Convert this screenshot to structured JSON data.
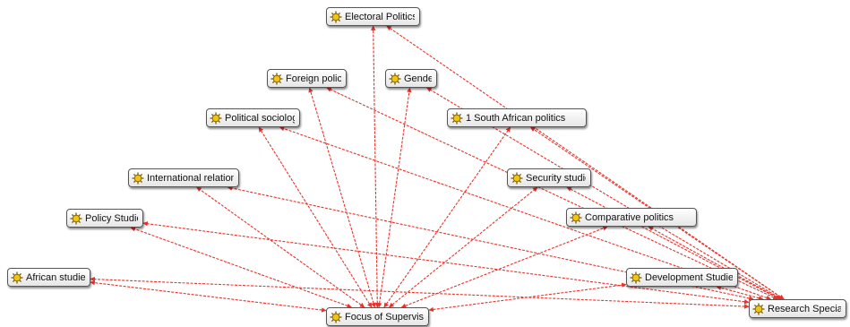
{
  "diagram": {
    "node_icon": "sun-node-icon",
    "node_color": "#f1c40f",
    "edge_color": "#e8322b",
    "nodes": [
      {
        "id": "electoral",
        "label": "Electoral Politics"
      },
      {
        "id": "foreign",
        "label": "Foreign policy"
      },
      {
        "id": "gender",
        "label": "Gender"
      },
      {
        "id": "political_soc",
        "label": "Political sociology"
      },
      {
        "id": "south_african",
        "label": "1 South African politics"
      },
      {
        "id": "international",
        "label": "International relations"
      },
      {
        "id": "security",
        "label": "Security studies"
      },
      {
        "id": "policy",
        "label": "Policy Studies"
      },
      {
        "id": "comparative",
        "label": "Comparative politics"
      },
      {
        "id": "african",
        "label": "African studies"
      },
      {
        "id": "development",
        "label": "Development Studies"
      },
      {
        "id": "focus",
        "label": "Focus of Supervision"
      },
      {
        "id": "research",
        "label": "Research Specialism"
      }
    ],
    "edges": [
      [
        "focus",
        "electoral"
      ],
      [
        "focus",
        "foreign"
      ],
      [
        "focus",
        "gender"
      ],
      [
        "focus",
        "political_soc"
      ],
      [
        "focus",
        "south_african"
      ],
      [
        "focus",
        "international"
      ],
      [
        "focus",
        "security"
      ],
      [
        "focus",
        "policy"
      ],
      [
        "focus",
        "comparative"
      ],
      [
        "focus",
        "african"
      ],
      [
        "focus",
        "development"
      ],
      [
        "research",
        "electoral"
      ],
      [
        "research",
        "foreign"
      ],
      [
        "research",
        "gender"
      ],
      [
        "research",
        "political_soc"
      ],
      [
        "research",
        "south_african"
      ],
      [
        "research",
        "international"
      ],
      [
        "research",
        "security"
      ],
      [
        "research",
        "policy"
      ],
      [
        "research",
        "comparative"
      ],
      [
        "research",
        "african"
      ],
      [
        "research",
        "development"
      ]
    ]
  }
}
